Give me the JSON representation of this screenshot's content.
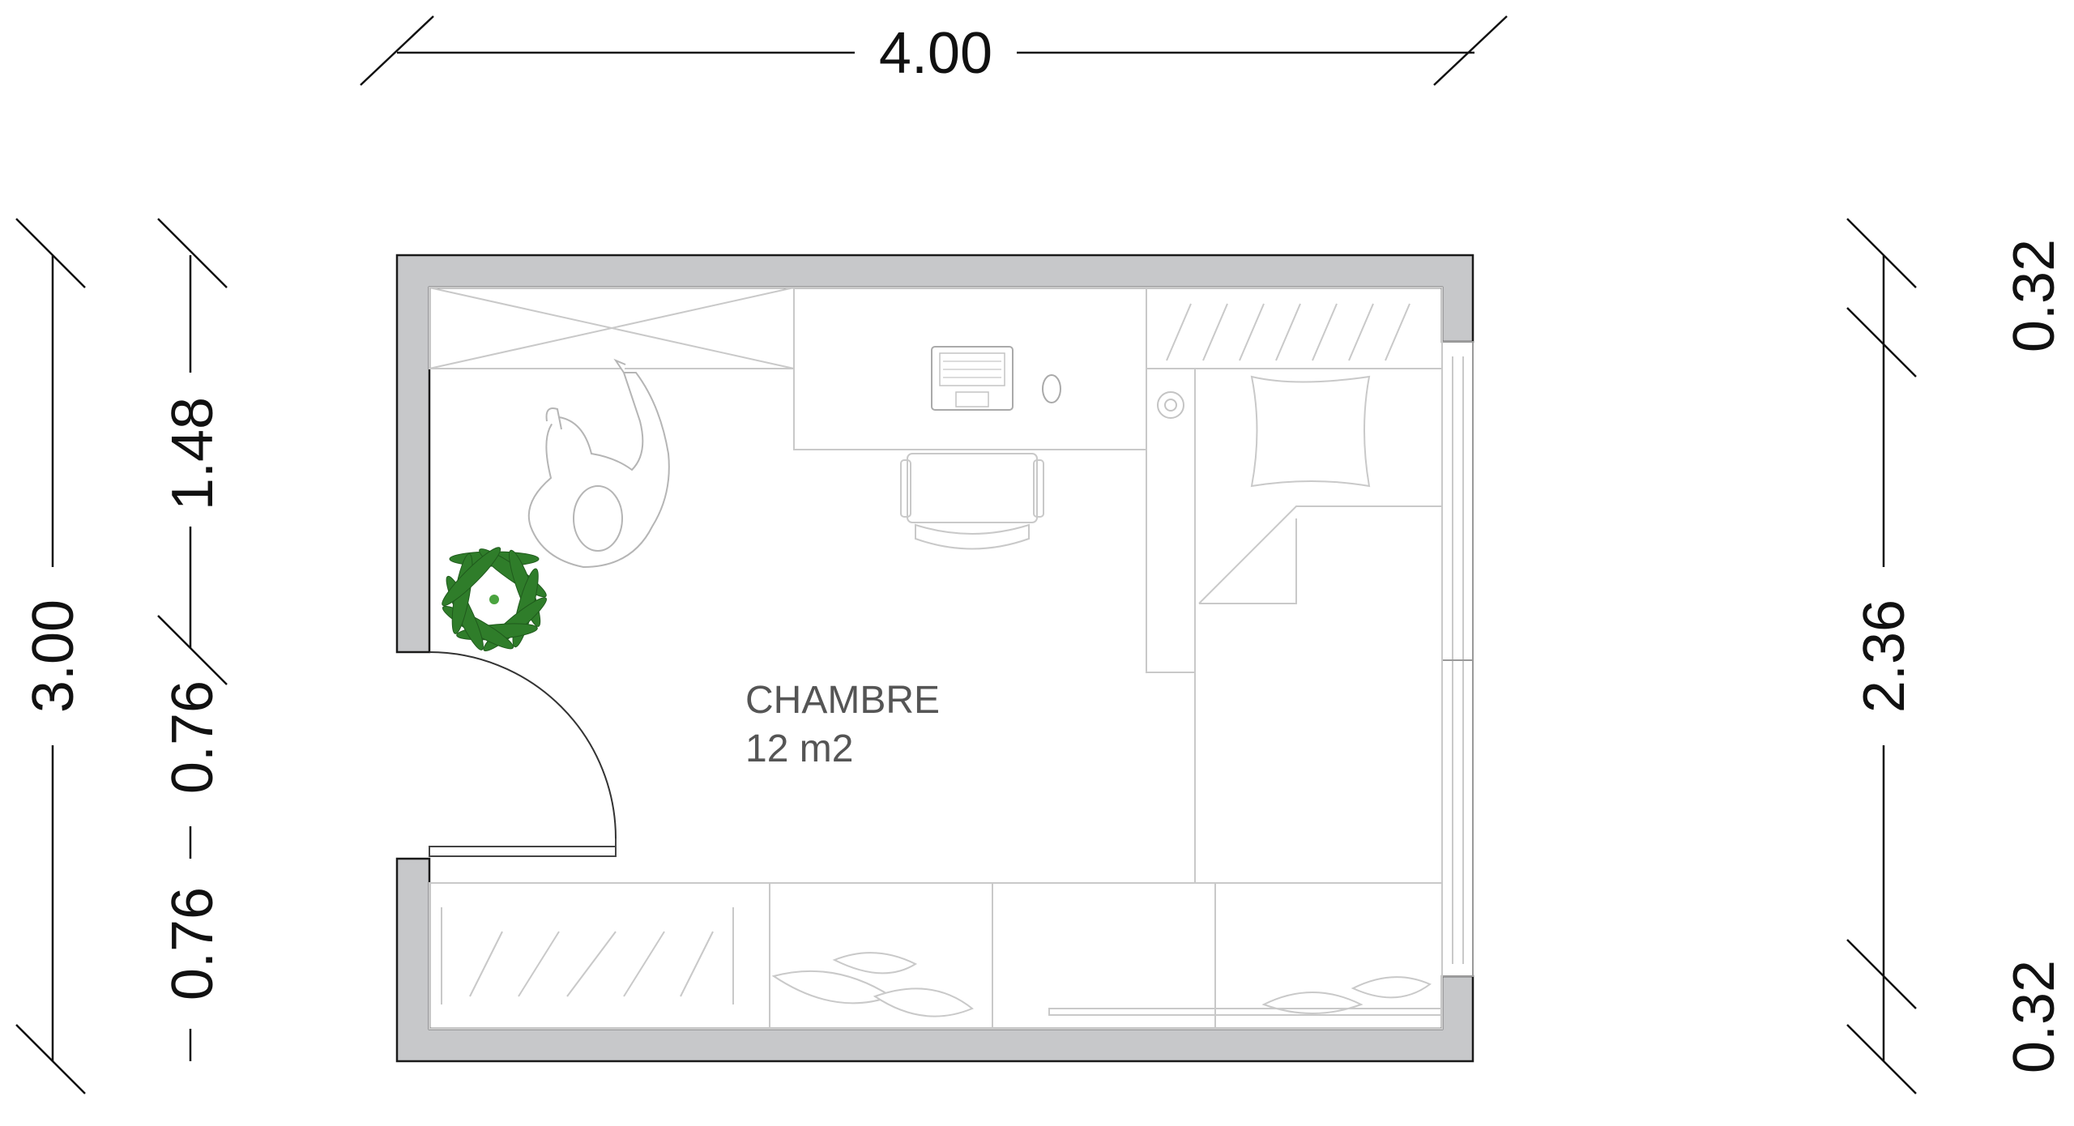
{
  "room": {
    "name": "CHAMBRE",
    "area": "12 m2"
  },
  "dimensions": {
    "top_width": "4.00",
    "left_total": "3.00",
    "left_segments": [
      "1.48",
      "0.76",
      "0.76"
    ],
    "right_total": "2.36",
    "right_top": "0.32",
    "right_bottom": "0.32"
  },
  "colors": {
    "wall": "#c7c8ca",
    "wall_outline": "#1a1a1a",
    "plant": "#2f7d2a",
    "dimension": "#111111"
  },
  "icons": [
    "laptop-icon",
    "mouse-icon",
    "person-icon",
    "chair-icon",
    "plant-icon",
    "pillow-icon",
    "lamp-icon"
  ]
}
